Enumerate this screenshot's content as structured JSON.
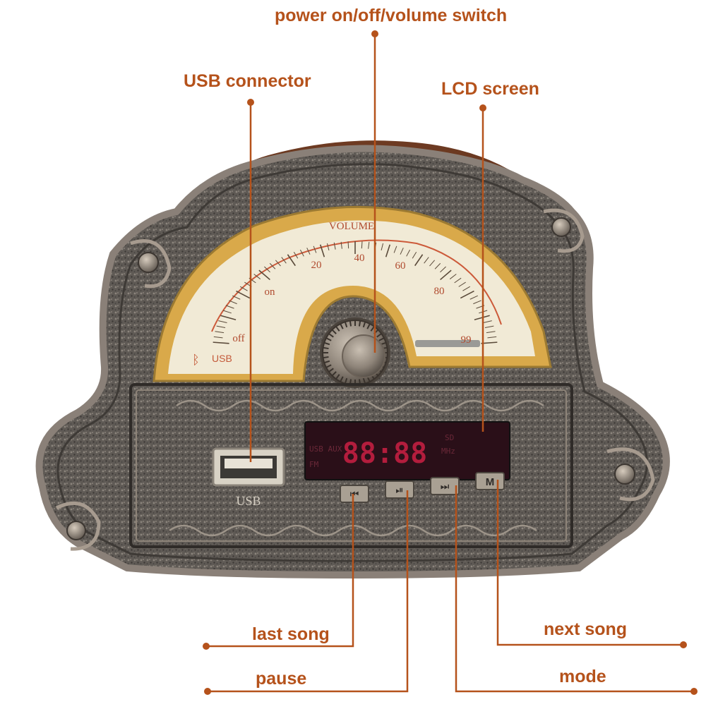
{
  "colors": {
    "callout": "#b5521b",
    "panel_metal": "#5f5a55",
    "panel_rim": "#8a8078",
    "dial_face": "#f1ead6",
    "dial_gold": "#d9a94a",
    "lcd_bg": "#2a0f18",
    "lcd_digit": "#e2234a"
  },
  "callouts": {
    "power": "power on/off/volume switch",
    "usb": "USB connector",
    "lcd": "LCD screen",
    "last_song": "last song",
    "next_song": "next song",
    "pause": "pause",
    "mode": "mode"
  },
  "dial": {
    "title": "VOLUME",
    "marks": [
      "off",
      "on",
      "20",
      "40",
      "60",
      "80",
      "99"
    ],
    "usb_label": "USB",
    "bluetooth_icon": "bluetooth-icon"
  },
  "panel": {
    "usb_port_label": "USB"
  },
  "lcd": {
    "display": "88:88",
    "left_top": "USB AUX",
    "left_bottom": "FM",
    "right_top": "SD",
    "right_bottom": "MHz"
  },
  "buttons": [
    {
      "name": "last-song-button",
      "icon": "skip-back-icon"
    },
    {
      "name": "play-pause-button",
      "icon": "play-pause-icon"
    },
    {
      "name": "next-song-button",
      "icon": "skip-forward-icon"
    },
    {
      "name": "mode-button",
      "icon": "mode-icon",
      "label": "M"
    }
  ]
}
